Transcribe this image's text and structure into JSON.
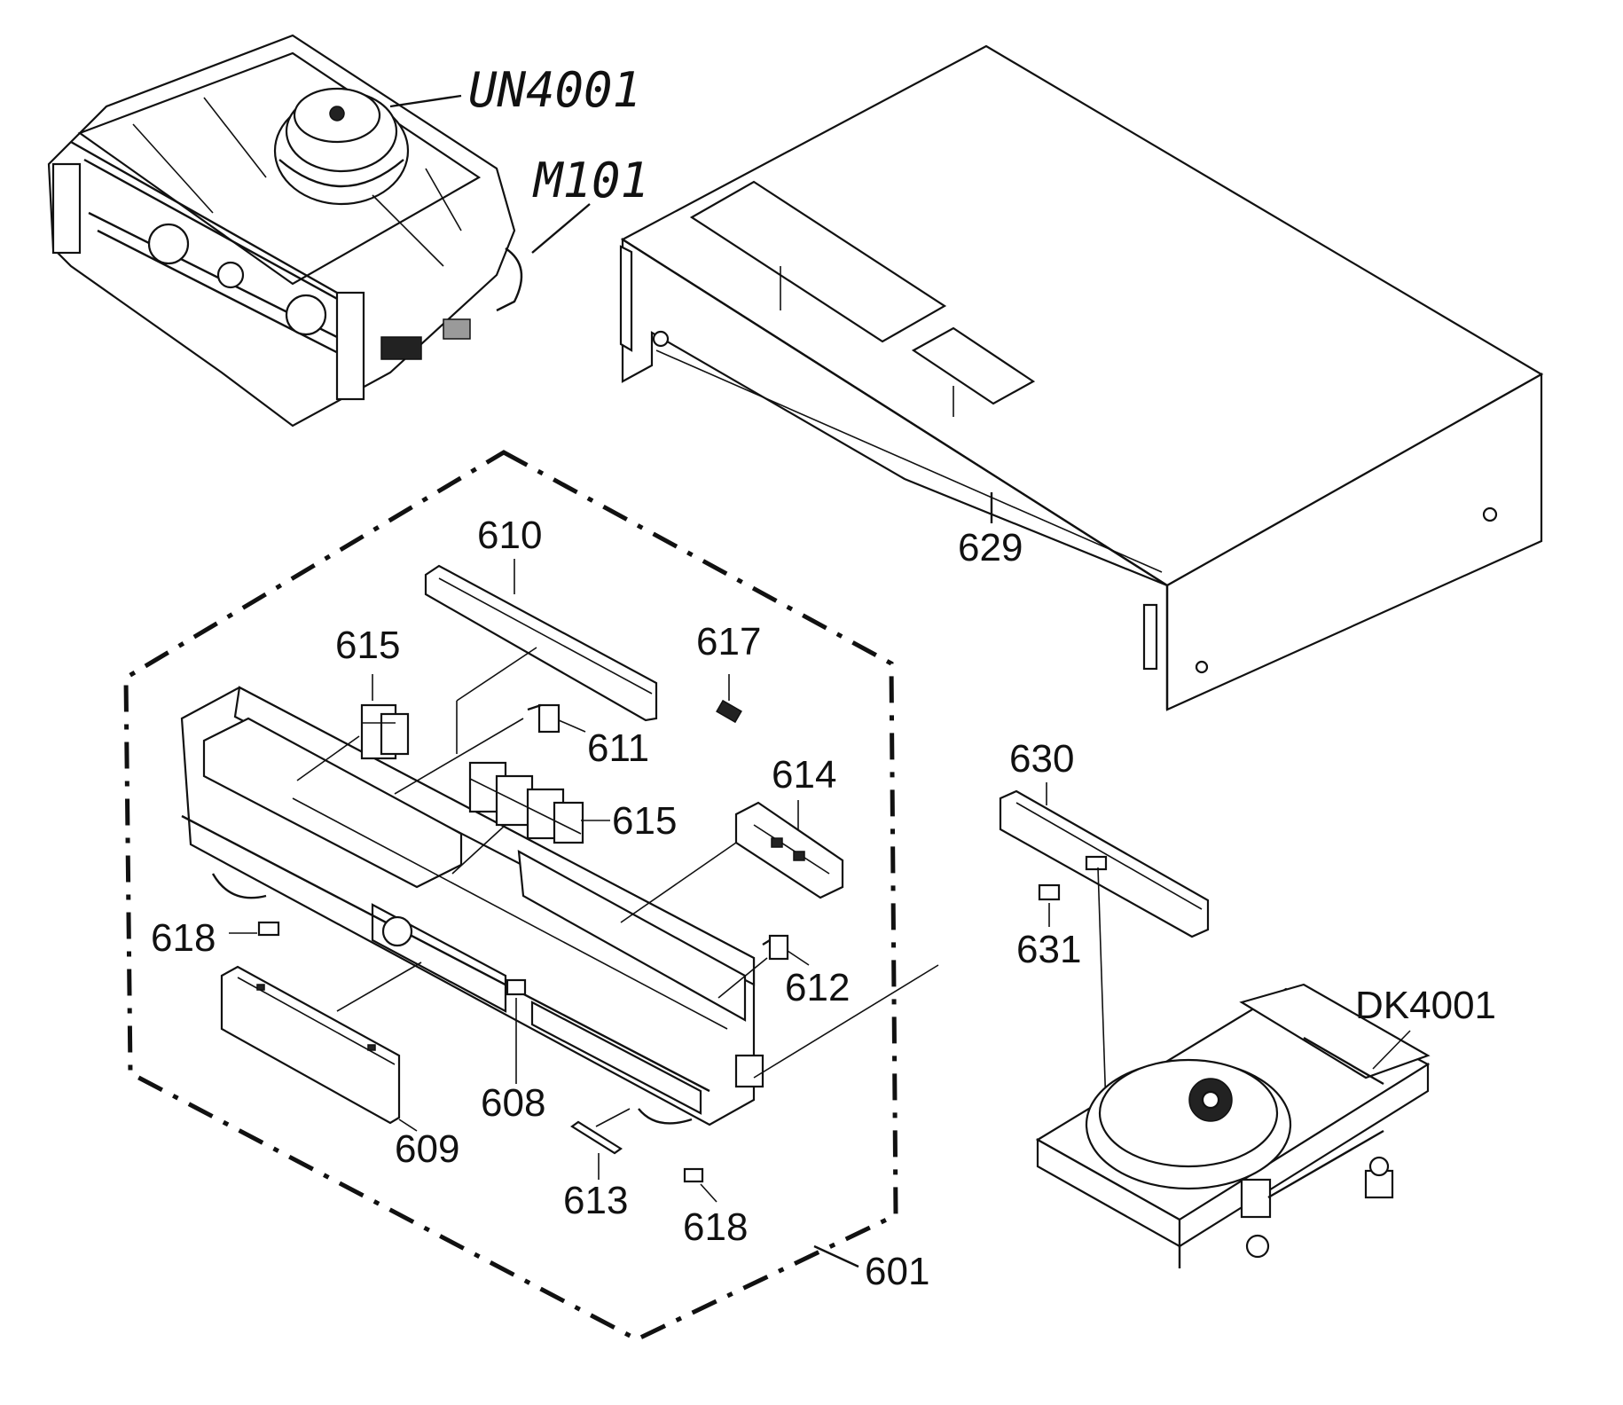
{
  "labels": {
    "un4001": "UN4001",
    "m101": "M101",
    "p629": "629",
    "p610": "610",
    "p615a": "615",
    "p617": "617",
    "p611": "611",
    "p615b": "615",
    "p614": "614",
    "p630": "630",
    "p631": "631",
    "p618a": "618",
    "p612": "612",
    "p608": "608",
    "p609": "609",
    "p613": "613",
    "p618b": "618",
    "p601": "601",
    "dk4001": "DK4001"
  }
}
